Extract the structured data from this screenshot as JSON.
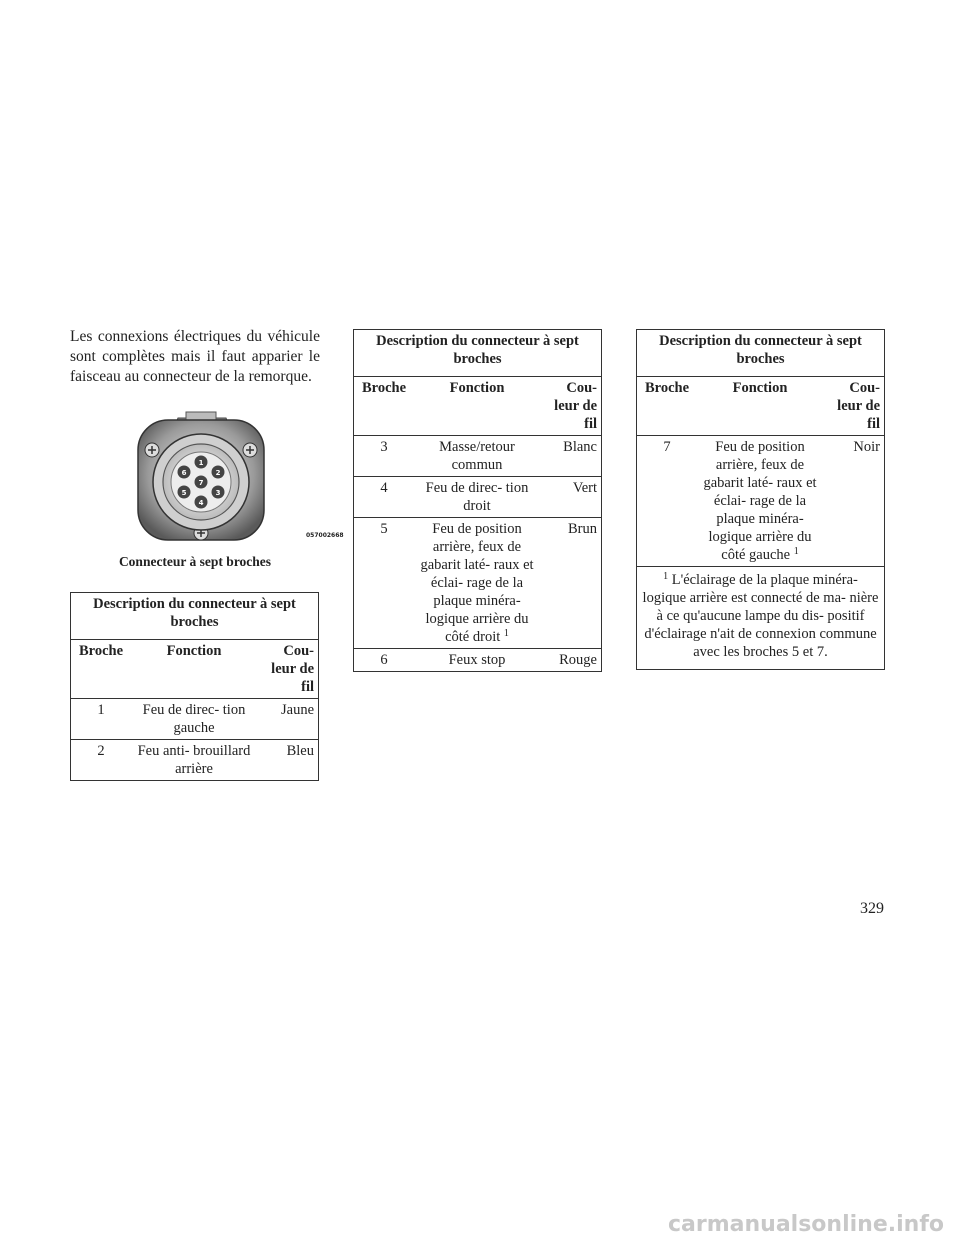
{
  "intro_text": "Les connexions électriques du véhicule sont complètes mais il faut apparier le faisceau au connecteur de la remorque.",
  "figure": {
    "code": "057002668",
    "caption": "Connecteur à sept broches",
    "pins": [
      "1",
      "2",
      "3",
      "4",
      "5",
      "6",
      "7"
    ]
  },
  "table_caption": "Description du connecteur à sept broches",
  "headers": {
    "pin": "Broche",
    "function": "Fonction",
    "color": "Cou- leur de fil"
  },
  "table1_rows": [
    {
      "pin": "1",
      "function": "Feu de direc- tion gauche",
      "color": "Jaune"
    },
    {
      "pin": "2",
      "function": "Feu anti- brouillard arrière",
      "color": "Bleu"
    }
  ],
  "table2_rows": [
    {
      "pin": "3",
      "function": "Masse/retour commun",
      "color": "Blanc"
    },
    {
      "pin": "4",
      "function": "Feu de direc- tion droit",
      "color": "Vert"
    },
    {
      "pin": "5",
      "function": "Feu de position arrière, feux de gabarit laté- raux et éclai- rage de la plaque minéra- logique arrière du côté droit",
      "color": "Brun",
      "note": "1"
    },
    {
      "pin": "6",
      "function": "Feux stop",
      "color": "Rouge"
    }
  ],
  "table3_rows": [
    {
      "pin": "7",
      "function": "Feu de position arrière, feux de gabarit laté- raux et éclai- rage de la plaque minéra- logique arrière du côté gauche",
      "color": "Noir",
      "note": "1"
    }
  ],
  "footnote": {
    "mark": "1",
    "text": "L'éclairage de la plaque minéra- logique arrière est connecté de ma- nière à ce qu'aucune lampe du dis- positif d'éclairage n'ait de connexion commune avec les broches 5 et 7."
  },
  "page_number": "329",
  "watermark": "carmanualsonline.info"
}
